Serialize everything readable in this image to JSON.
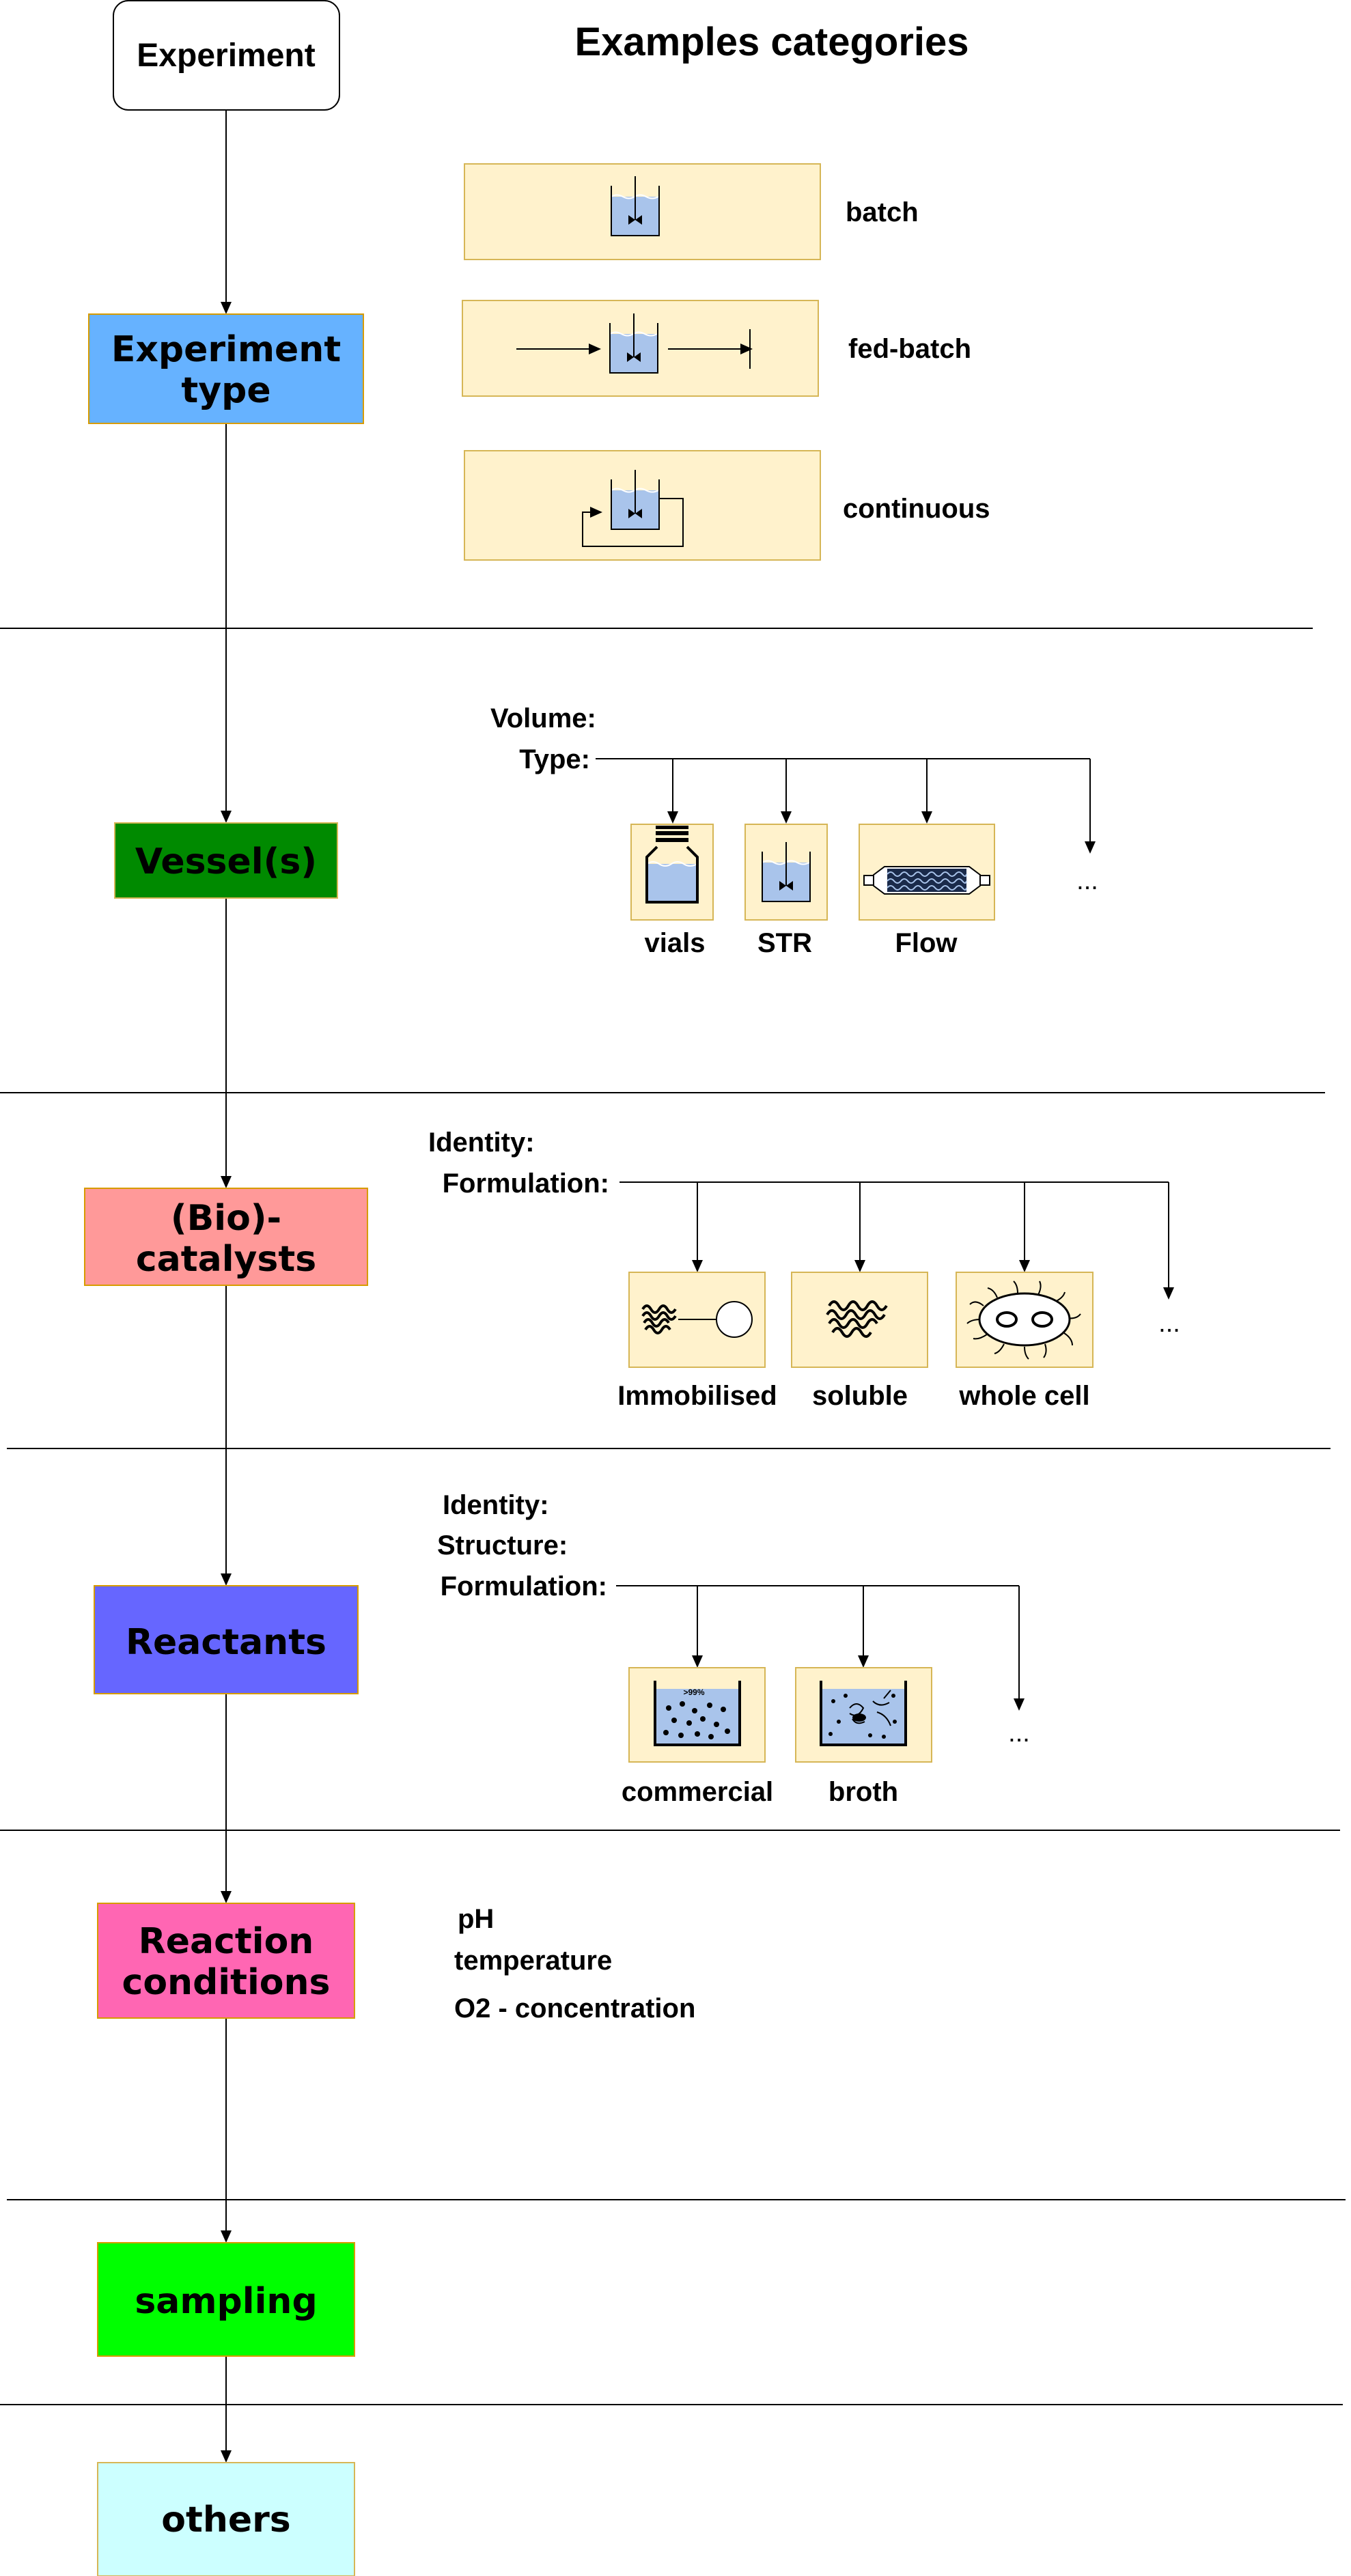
{
  "header": {
    "title": "Examples categories"
  },
  "start": {
    "label": "Experiment"
  },
  "stages": {
    "experiment_type": {
      "label": "Experiment\ntype",
      "color": "#66b2ff",
      "border": "#d79b00"
    },
    "vessels": {
      "label": "Vessel(s)",
      "color": "#008a00",
      "border": "#d6b656"
    },
    "biocatalysts": {
      "label": "(Bio)-\ncatalysts",
      "color": "#ff9999",
      "border": "#d79b00"
    },
    "reactants": {
      "label": "Reactants",
      "color": "#6666ff",
      "border": "#d79b00"
    },
    "reaction_conditions": {
      "label": "Reaction\nconditions",
      "color": "#ff66b3",
      "border": "#d79b00"
    },
    "sampling": {
      "label": "sampling",
      "color": "#00ff00",
      "border": "#d79b00"
    },
    "others": {
      "label": "others",
      "color": "#ccffff",
      "border": "#d6b656"
    }
  },
  "experiment_types": {
    "batch": "batch",
    "fed_batch": "fed-batch",
    "continuous": "continuous"
  },
  "vessel_section": {
    "volume_label": "Volume:",
    "type_label": "Type:",
    "options": {
      "vials": "vials",
      "str": "STR",
      "flow": "Flow",
      "more": "..."
    }
  },
  "catalyst_section": {
    "identity_label": "Identity:",
    "formulation_label": "Formulation:",
    "options": {
      "immobilised": "Immobilised",
      "soluble": "soluble",
      "whole_cell": "whole cell",
      "more": "..."
    }
  },
  "reactant_section": {
    "identity_label": "Identity:",
    "structure_label": "Structure:",
    "formulation_label": "Formulation:",
    "options": {
      "commercial": "commercial",
      "broth": "broth",
      "more": "..."
    },
    "purity_label": ">99%"
  },
  "conditions": {
    "ph": "pH",
    "temperature": "temperature",
    "o2": "O2 - concentration"
  },
  "colors": {
    "example_fill": "#fff2cc",
    "example_border": "#d6b656",
    "liquid": "#a9c4eb",
    "line": "#000000"
  }
}
